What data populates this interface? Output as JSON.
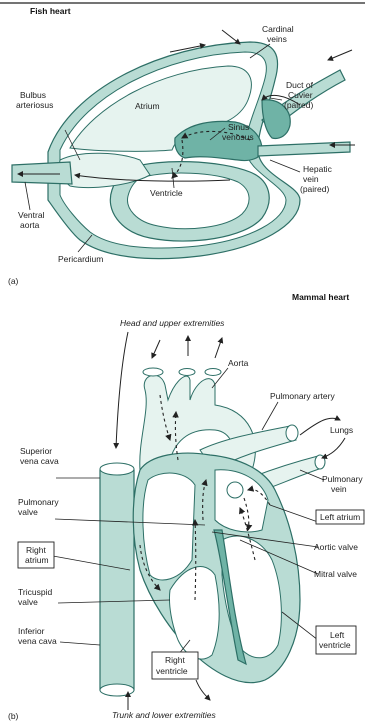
{
  "panel_a": {
    "title": "Fish heart",
    "letter": "(a)",
    "labels": {
      "cardinal_1": "Cardinal",
      "cardinal_2": "veins",
      "bulbus_1": "Bulbus",
      "bulbus_2": "arteriosus",
      "atrium": "Atrium",
      "duct_1": "Duct of",
      "duct_2": "Cuvier",
      "duct_3": "(paired)",
      "sinus_1": "Sinus",
      "sinus_2": "venosus",
      "ventricle": "Ventricle",
      "hepatic_1": "Hepatic",
      "hepatic_2": "vein",
      "hepatic_3": "(paired)",
      "ventral_1": "Ventral",
      "ventral_2": "aorta",
      "pericardium": "Pericardium"
    }
  },
  "panel_b": {
    "title": "Mammal heart",
    "letter": "(b)",
    "labels": {
      "head": "Head and upper extremities",
      "aorta": "Aorta",
      "pulm_artery": "Pulmonary artery",
      "lungs": "Lungs",
      "svc_1": "Superior",
      "svc_2": "vena cava",
      "pulm_vein_1": "Pulmonary",
      "pulm_vein_2": "vein",
      "pulm_valve_1": "Pulmonary",
      "pulm_valve_2": "valve",
      "left_atrium": "Left atrium",
      "right_atrium_1": "Right",
      "right_atrium_2": "atrium",
      "aortic_valve": "Aortic valve",
      "mitral_valve": "Mitral valve",
      "tricuspid_1": "Tricuspid",
      "tricuspid_2": "valve",
      "ivc_1": "Inferior",
      "ivc_2": "vena cava",
      "left_ventricle_1": "Left",
      "left_ventricle_2": "ventricle",
      "right_ventricle_1": "Right",
      "right_ventricle_2": "ventricle",
      "trunk": "Trunk and lower extremities"
    }
  },
  "colors": {
    "tissue": "#b9dcd4",
    "tissue_dark": "#6fb3a6",
    "outline": "#2d6f66"
  }
}
